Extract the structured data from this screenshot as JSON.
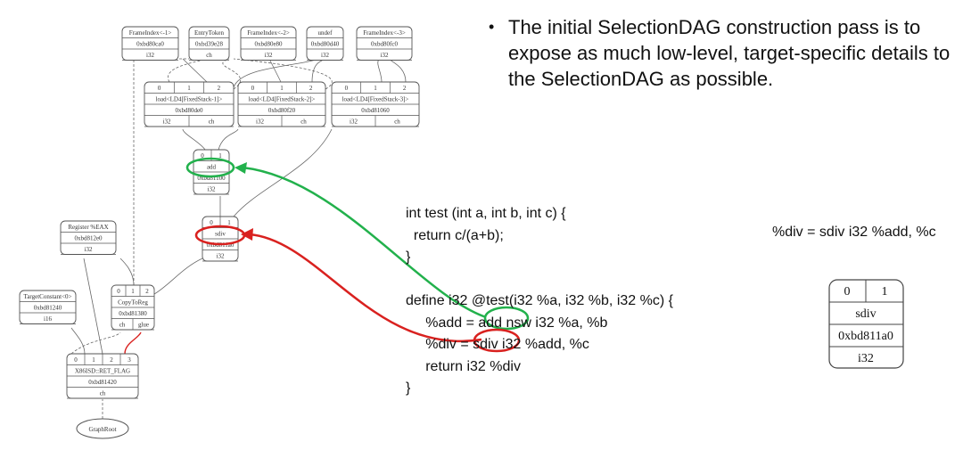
{
  "bullet": "The initial SelectionDAG construction pass is to expose as much low-level, target-specific details to the SelectionDAG as possible.",
  "code": {
    "lines": [
      "int test (int a, int b, int c) {",
      "  return c/(a+b);",
      "}",
      "",
      "define i32 @test(i32 %a, i32 %b, i32 %c) {",
      "     %add = add nsw i32 %a, %b",
      "     %div = sdiv i32 %add, %c",
      "     return i32 %div",
      "}"
    ]
  },
  "ir_line": "%div = sdiv i32 %add, %c",
  "highlight_colors": {
    "add": "#22b14c",
    "sdiv": "#d9211f"
  },
  "big_node": {
    "ports": [
      "0",
      "1"
    ],
    "name": "sdiv",
    "addr": "0xbd811a0",
    "type": "i32"
  },
  "dag_nodes": {
    "fi1": {
      "ports": [],
      "name": "FrameIndex<-1>",
      "addr": "0xbd80ca0",
      "types": [
        "i32"
      ]
    },
    "entry": {
      "ports": [],
      "name": "EntryToken",
      "addr": "0xbd39e28",
      "types": [
        "ch"
      ]
    },
    "fi2": {
      "ports": [],
      "name": "FrameIndex<-2>",
      "addr": "0xbd80e80",
      "types": [
        "i32"
      ]
    },
    "undef": {
      "ports": [],
      "name": "undef",
      "addr": "0xbd80d40",
      "types": [
        "i32"
      ]
    },
    "fi3": {
      "ports": [],
      "name": "FrameIndex<-3>",
      "addr": "0xbd80fc0",
      "types": [
        "i32"
      ]
    },
    "load1": {
      "ports": [
        "0",
        "1",
        "2"
      ],
      "name": "load<LD4[FixedStack-1]>",
      "addr": "0xbd80de0",
      "types": [
        "i32",
        "ch"
      ]
    },
    "load2": {
      "ports": [
        "0",
        "1",
        "2"
      ],
      "name": "load<LD4[FixedStack-2]>",
      "addr": "0xbd80f20",
      "types": [
        "i32",
        "ch"
      ]
    },
    "load3": {
      "ports": [
        "0",
        "1",
        "2"
      ],
      "name": "load<LD4[FixedStack-3]>",
      "addr": "0xbd81060",
      "types": [
        "i32",
        "ch"
      ]
    },
    "add": {
      "ports": [
        "0",
        "1"
      ],
      "name": "add",
      "addr": "0xbd81100",
      "types": [
        "i32"
      ]
    },
    "sdiv": {
      "ports": [
        "0",
        "1"
      ],
      "name": "sdiv",
      "addr": "0xbd811a0",
      "types": [
        "i32"
      ]
    },
    "reg": {
      "ports": [],
      "name": "Register %EAX",
      "addr": "0xbd812e0",
      "types": [
        "i32"
      ]
    },
    "tc": {
      "ports": [],
      "name": "TargetConstant<0>",
      "addr": "0xbd81240",
      "types": [
        "i16"
      ]
    },
    "copy": {
      "ports": [
        "0",
        "1",
        "2"
      ],
      "name": "CopyToReg",
      "addr": "0xbd81380",
      "types": [
        "ch",
        "glue"
      ]
    },
    "ret": {
      "ports": [
        "0",
        "1",
        "2",
        "3"
      ],
      "name": "X86ISD::RET_FLAG",
      "addr": "0xbd81420",
      "types": [
        "ch"
      ]
    }
  },
  "graph_root": "GraphRoot"
}
